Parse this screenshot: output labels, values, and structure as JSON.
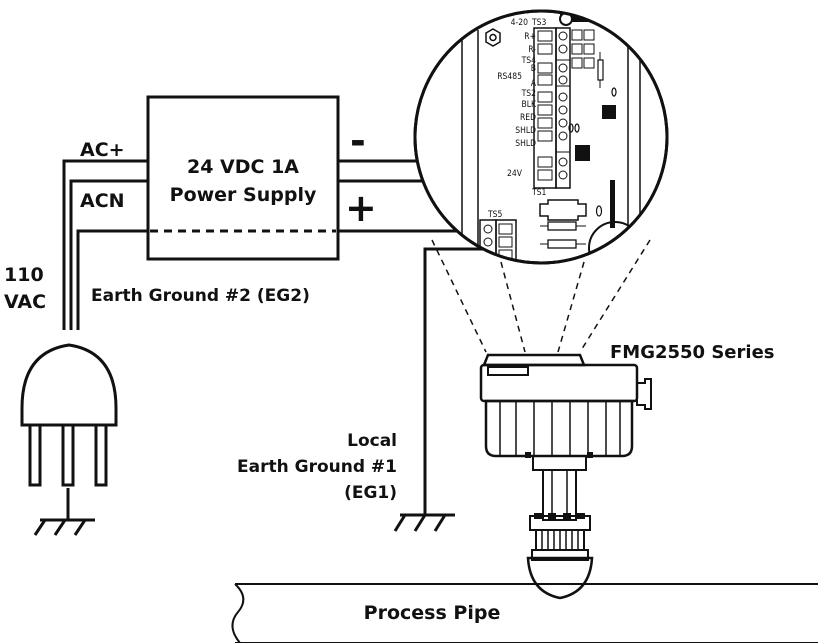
{
  "labels": {
    "ac_plus": "AC+",
    "acn": "ACN",
    "vac_line1": "110",
    "vac_line2": "VAC",
    "psu_line1": "24 VDC 1A",
    "psu_line2": "Power Supply",
    "minus": "-",
    "plus": "+",
    "eg2": "Earth Ground #2 (EG2)",
    "fmg": "FMG2550 Series",
    "local_line1": "Local",
    "local_line2": "Earth Ground #1",
    "local_line3": "(EG1)",
    "process_pipe": "Process Pipe"
  },
  "board": {
    "ts3": "TS3",
    "analog": "4-20",
    "r_plus": "R+",
    "r_minus": "R-",
    "ts4": "TS4",
    "b": "B",
    "rs485": "RS485",
    "a": "A",
    "ts2": "TS2",
    "blk": "BLK",
    "red": "RED",
    "shld1": "SHLD",
    "shld2": "SHLD",
    "v24": "24V",
    "ts1": "TS1",
    "ts5": "TS5"
  }
}
